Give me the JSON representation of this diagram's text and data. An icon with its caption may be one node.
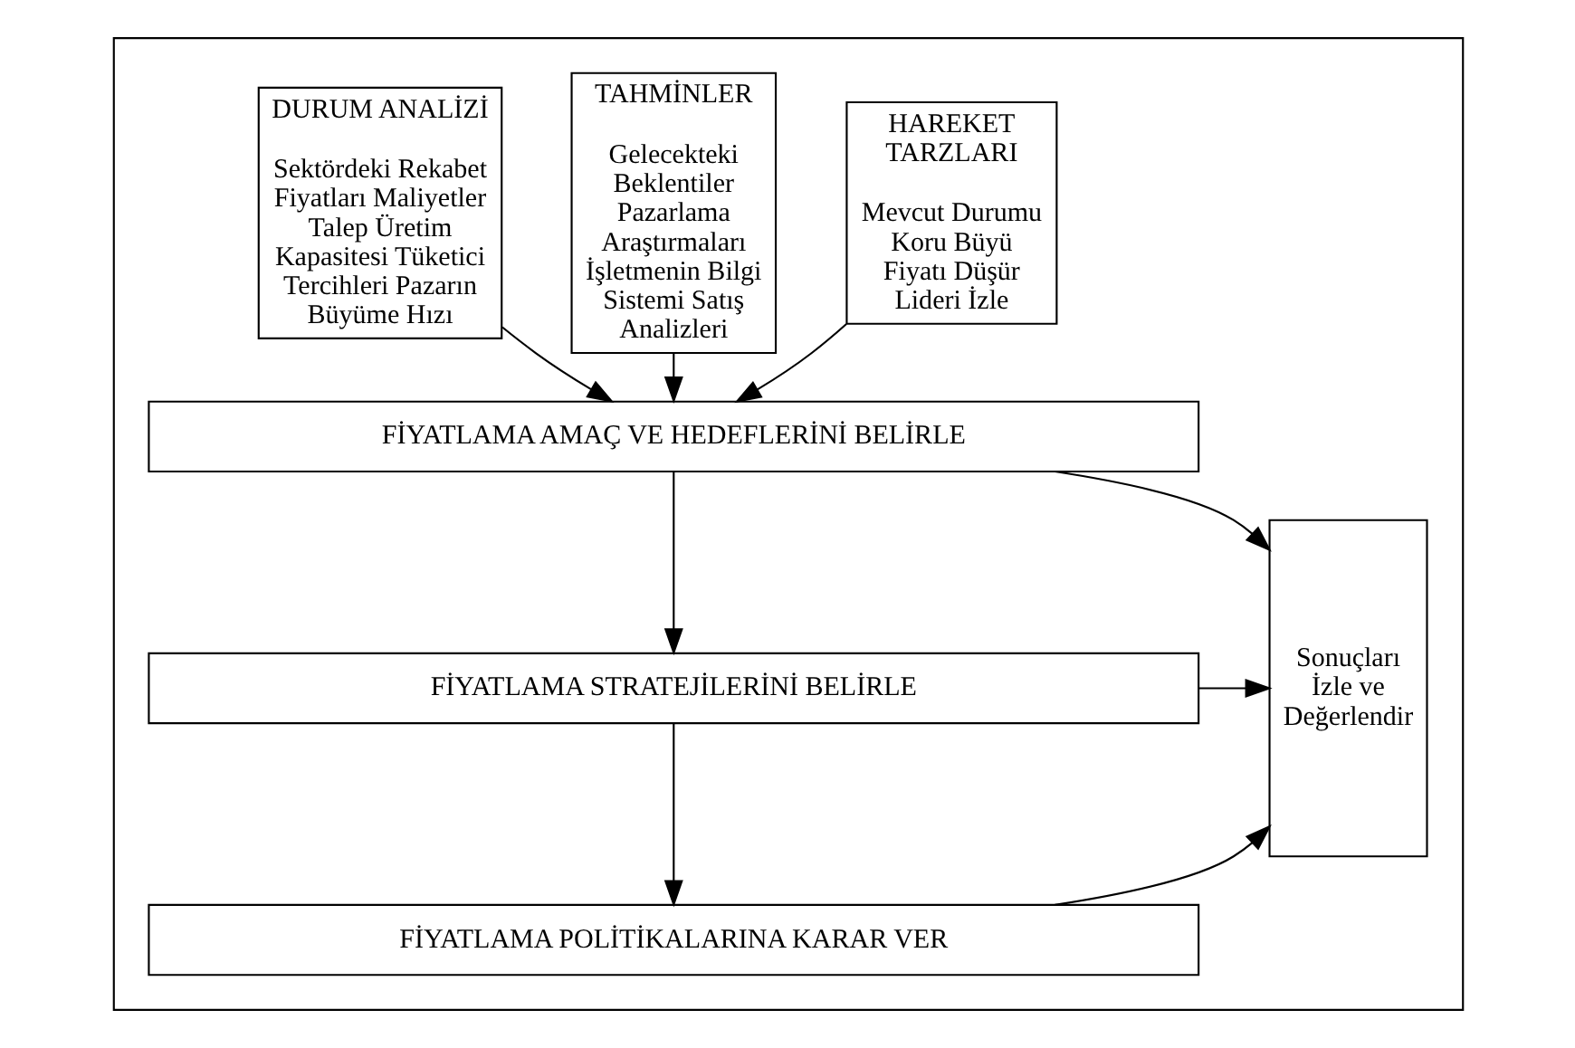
{
  "diagram": {
    "nodes": [
      {
        "text": [],
        "shape": "box"
      },
      {
        "text": [
          "DURUM ANALİZİ",
          "Sektördeki Rekabet Fiyatları Maliyetler Talep Üretim Kapasitesi Tüketici Tercihleri Pazarın Büyüme Hızı"
        ],
        "in": 0
      },
      {
        "text": [
          "TAHMİNLER",
          "Gelecekteki Beklentiler Pazarlama Araştırmaları İşletmenin Bilgi Sistemi Satış Analizleri"
        ],
        "in": 0
      },
      {
        "text": [
          "HAREKET TARZLARI",
          "Mevcut Durumu Koru Büyü Fiyatı Düşür Lideri İzle"
        ],
        "in": 0
      },
      {
        "text": [
          "FİYATLAMA AMAÇ VE HEDEFLERİNİ BELİRLE"
        ],
        "in": 0
      },
      {
        "text": [
          "FİYATLAMA STRATEJİLERİNİ BELİRLE"
        ],
        "in": 0
      },
      {
        "text": [
          "FİYATLAMA POLİTİKALARINA KARAR VER"
        ],
        "in": 0
      },
      {
        "text": [
          "Sonuçları İzle ve Değerlendir"
        ],
        "in": 0
      }
    ],
    "edges": [
      {
        "from": 1,
        "to": 4,
        "arrow": "to"
      },
      {
        "from": 2,
        "to": 4,
        "arrow": "to"
      },
      {
        "from": 3,
        "to": 4,
        "arrow": "to"
      },
      {
        "from": 4,
        "to": 5,
        "arrow": "to"
      },
      {
        "from": 5,
        "to": 6,
        "arrow": "to"
      },
      {
        "from": 4,
        "to": 7,
        "arrow": "to"
      },
      {
        "from": 5,
        "to": 7,
        "arrow": "to"
      },
      {
        "from": 6,
        "to": 7,
        "arrow": "to"
      }
    ]
  }
}
